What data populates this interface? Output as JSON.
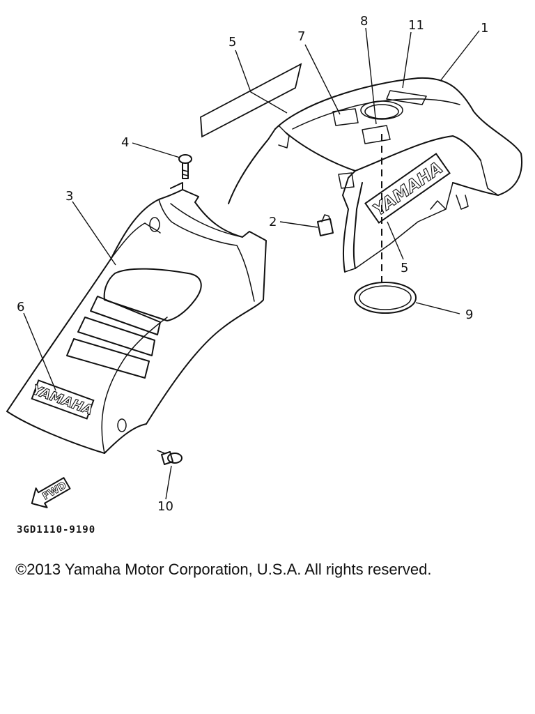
{
  "diagram": {
    "code": "3GD1110-9190",
    "fwd_label": "FWD",
    "decal_text": "YAMAHA",
    "callouts": {
      "c1": "1",
      "c2": "2",
      "c3": "3",
      "c4": "4",
      "c5a": "5",
      "c5b": "5",
      "c6": "6",
      "c7": "7",
      "c8": "8",
      "c9": "9",
      "c10": "10",
      "c11": "11"
    }
  },
  "footer": {
    "copyright": "©2013 Yamaha Motor Corporation, U.S.A. All rights reserved."
  }
}
